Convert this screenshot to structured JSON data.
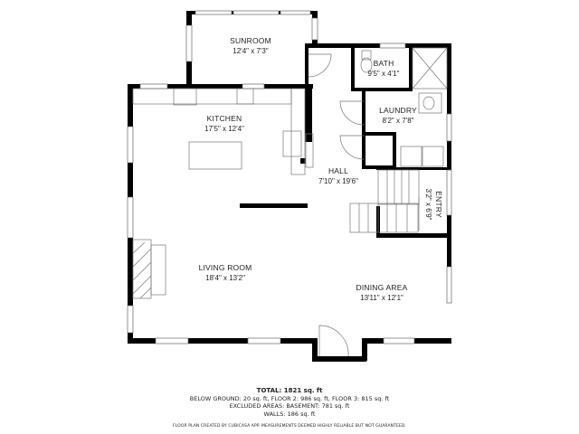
{
  "rooms": [
    {
      "id": "sunroom",
      "name": "SUNROOM",
      "dim": "12'4\" x 7'3\""
    },
    {
      "id": "bath",
      "name": "BATH",
      "dim": "9'5\" x 4'1\""
    },
    {
      "id": "kitchen",
      "name": "KITCHEN",
      "dim": "17'5\" x 12'4\""
    },
    {
      "id": "laundry",
      "name": "LAUNDRY",
      "dim": "8'2\" x 7'8\""
    },
    {
      "id": "hall",
      "name": "HALL",
      "dim": "7'10\" x 19'6\""
    },
    {
      "id": "entry",
      "name": "ENTRY",
      "dim": "3'2\" x 6'9\""
    },
    {
      "id": "living",
      "name": "LIVING ROOM",
      "dim": "18'4\" x 13'2\""
    },
    {
      "id": "dining",
      "name": "DINING AREA",
      "dim": "13'11\" x 12'1\""
    }
  ],
  "footer": {
    "total": "TOTAL: 1821 sq. ft",
    "floors": "BELOW GROUND: 20 sq. ft, FLOOR 2: 986 sq. ft, FLOOR 3: 815 sq. ft",
    "excluded": "EXCLUDED AREAS: BASEMENT: 781 sq. ft",
    "walls": "WALLS: 186 sq. ft",
    "credit": "FLOOR PLAN CREATED BY CUBICASA APP. MEASUREMENTS DEEMED HIGHLY RELIABLE BUT NOT GUARANTEED."
  },
  "colors": {
    "wall": "#000000",
    "line": "#555555",
    "window": "#ffffff"
  }
}
